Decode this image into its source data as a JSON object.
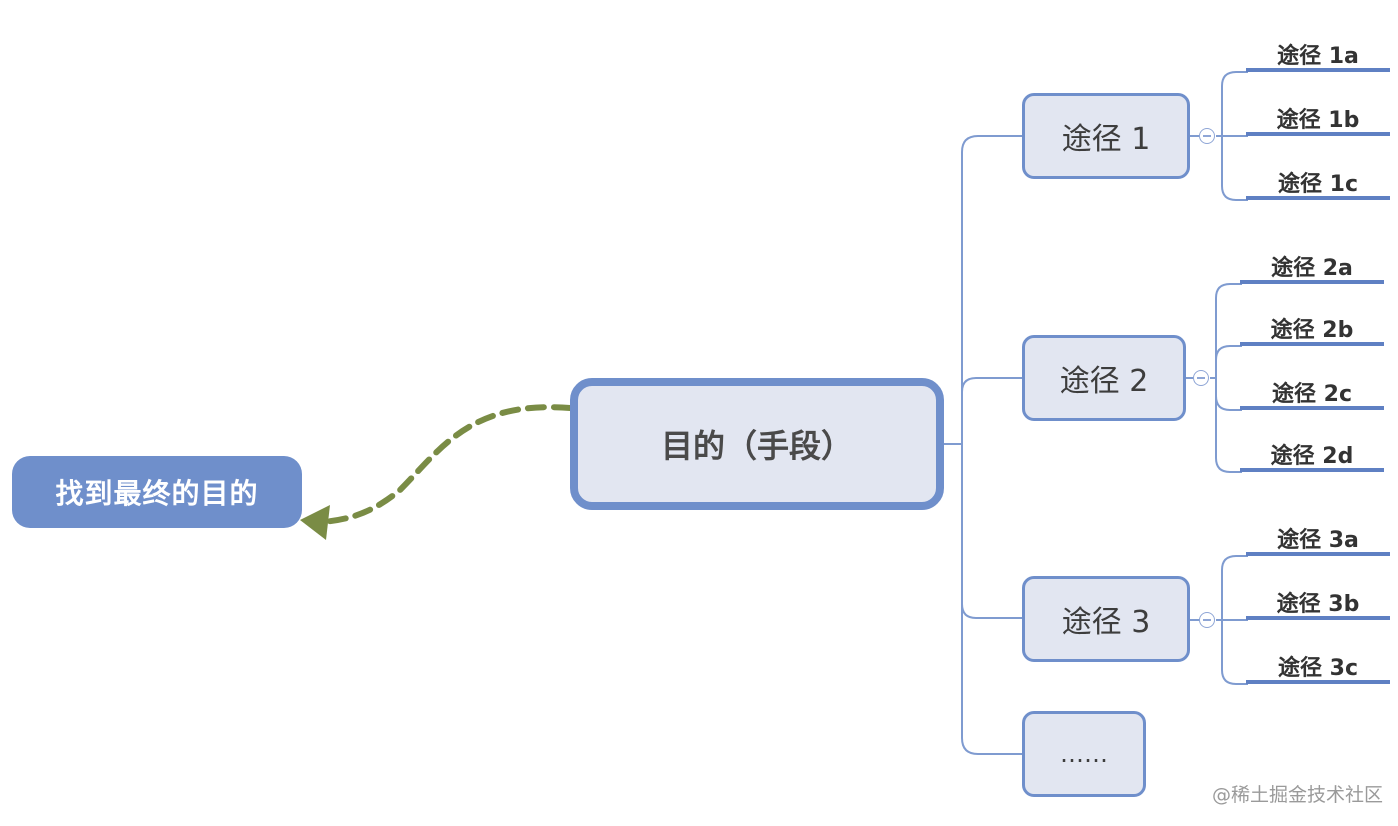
{
  "goal_label": "找到最终的目的",
  "center_label": "目的（手段）",
  "branches": [
    {
      "label": "途径 1",
      "leaves": [
        "途径 1a",
        "途径 1b",
        "途径 1c"
      ]
    },
    {
      "label": "途径 2",
      "leaves": [
        "途径 2a",
        "途径 2b",
        "途径 2c",
        "途径 2d"
      ]
    },
    {
      "label": "途径 3",
      "leaves": [
        "途径 3a",
        "途径 3b",
        "途径 3c"
      ]
    },
    {
      "label": "……",
      "leaves": []
    }
  ],
  "watermark": "@稀土掘金技术社区",
  "colors": {
    "node_border": "#6f8fcb",
    "node_fill": "#e2e6f1",
    "goal_fill": "#6f8fcb",
    "connector": "#7f9bd0",
    "arrow": "#7a8c45"
  }
}
